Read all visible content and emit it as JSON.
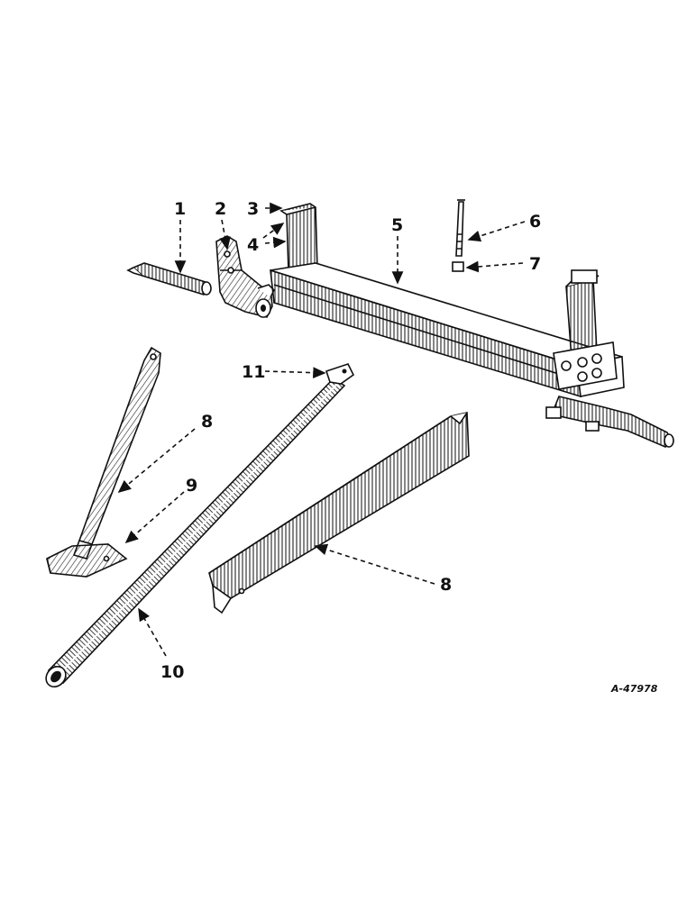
{
  "diagram": {
    "drawing_number": "A-47978",
    "callouts": [
      {
        "id": "1",
        "text": "1"
      },
      {
        "id": "2",
        "text": "2"
      },
      {
        "id": "3",
        "text": "3"
      },
      {
        "id": "4",
        "text": "4"
      },
      {
        "id": "5",
        "text": "5"
      },
      {
        "id": "6",
        "text": "6"
      },
      {
        "id": "7",
        "text": "7"
      },
      {
        "id": "8a",
        "text": "8"
      },
      {
        "id": "9",
        "text": "9"
      },
      {
        "id": "10",
        "text": "10"
      },
      {
        "id": "11",
        "text": "11"
      },
      {
        "id": "8b",
        "text": "8"
      }
    ]
  }
}
